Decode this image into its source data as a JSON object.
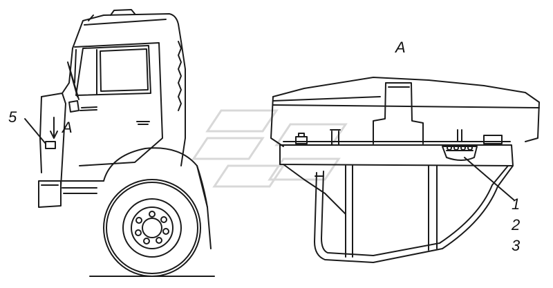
{
  "labels": {
    "view_label": "A",
    "view_arrow_label": "A",
    "callout_5": "5",
    "callout_1": "1",
    "callout_2": "2",
    "callout_3": "3"
  },
  "colors": {
    "line": "#1a1a1a",
    "watermark": "#d8d8d8"
  }
}
